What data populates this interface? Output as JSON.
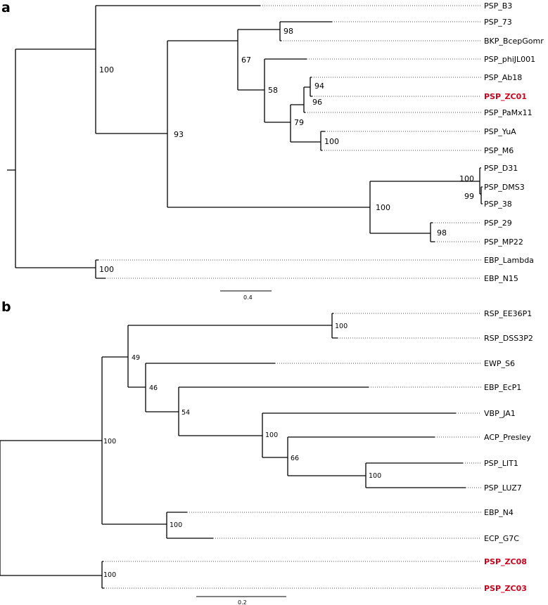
{
  "panels": [
    {
      "label": "a",
      "scale_bar_label": "0.4",
      "leaves": [
        {
          "name": "PSP_B3",
          "highlight": false
        },
        {
          "name": "PSP_73",
          "highlight": false
        },
        {
          "name": "BKP_BcepGomr",
          "highlight": false
        },
        {
          "name": "PSP_phiJL001",
          "highlight": false
        },
        {
          "name": "PSP_Ab18",
          "highlight": false
        },
        {
          "name": "PSP_ZC01",
          "highlight": true
        },
        {
          "name": "PSP_PaMx11",
          "highlight": false
        },
        {
          "name": "PSP_YuA",
          "highlight": false
        },
        {
          "name": "PSP_M6",
          "highlight": false
        },
        {
          "name": "PSP_D31",
          "highlight": false
        },
        {
          "name": "PSP_DMS3",
          "highlight": false
        },
        {
          "name": "PSP_38",
          "highlight": false
        },
        {
          "name": "PSP_29",
          "highlight": false
        },
        {
          "name": "PSP_MP22",
          "highlight": false
        },
        {
          "name": "EBP_Lambda",
          "highlight": false
        },
        {
          "name": "EBP_N15",
          "highlight": false
        }
      ],
      "bootstrap": [
        "100",
        "93",
        "67",
        "98",
        "58",
        "94",
        "96",
        "79",
        "100",
        "100",
        "99",
        "100",
        "98",
        "100"
      ]
    },
    {
      "label": "b",
      "scale_bar_label": "0.2",
      "leaves": [
        {
          "name": "RSP_EE36P1",
          "highlight": false
        },
        {
          "name": "RSP_DSS3P2",
          "highlight": false
        },
        {
          "name": "EWP_S6",
          "highlight": false
        },
        {
          "name": "EBP_EcP1",
          "highlight": false
        },
        {
          "name": "VBP_JA1",
          "highlight": false
        },
        {
          "name": "ACP_Presley",
          "highlight": false
        },
        {
          "name": "PSP_LIT1",
          "highlight": false
        },
        {
          "name": "PSP_LUZ7",
          "highlight": false
        },
        {
          "name": "EBP_N4",
          "highlight": false
        },
        {
          "name": "ECP_G7C",
          "highlight": false
        },
        {
          "name": "PSP_ZC08",
          "highlight": true
        },
        {
          "name": "PSP_ZC03",
          "highlight": true
        }
      ],
      "bootstrap": [
        "100",
        "49",
        "100",
        "46",
        "54",
        "100",
        "66",
        "100",
        "100",
        "100"
      ]
    }
  ]
}
